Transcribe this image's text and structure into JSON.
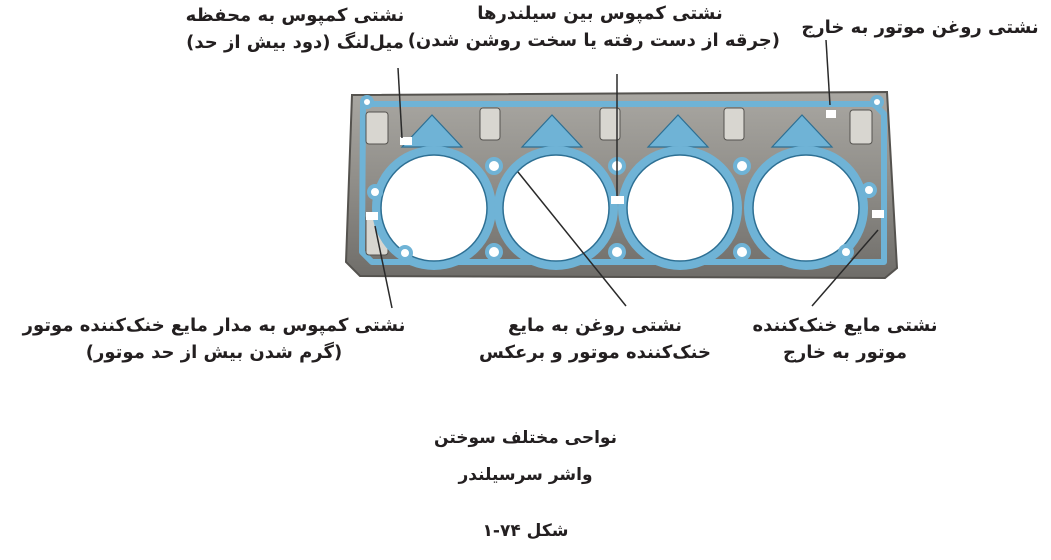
{
  "labels": {
    "top_left": [
      "نشتی کمپوس به محفظه",
      "میل‌لنگ (دود بیش از حد)"
    ],
    "top_middle": [
      "نشتی کمپوس بین سیلندرها",
      "(جرقه از دست رفته یا سخت روشن شدن)"
    ],
    "top_right": [
      "نشتی روغن موتور به خارج"
    ],
    "bottom_left": [
      "نشتی کمپوس به مدار مایع خنک‌کننده موتور",
      "(گرم شدن بیش از حد موتور)"
    ],
    "bottom_middle": [
      "نشتی روغن به مایع",
      "خنک‌کننده موتور و برعکس"
    ],
    "bottom_right": [
      "نشتی مایع خنک‌کننده",
      "موتور به  خارج"
    ]
  },
  "caption": {
    "title_line1": "نواحی مختلف سوختن",
    "title_line2": "واشر سرسیلندر",
    "figure_number": "شکل ۷۴-۱"
  },
  "colors": {
    "gasket_plate": "#8f8d88",
    "gasket_bead": "#6fb3d6",
    "bead_edge": "#2d6f93",
    "leader_line": "#2a2a2a"
  }
}
